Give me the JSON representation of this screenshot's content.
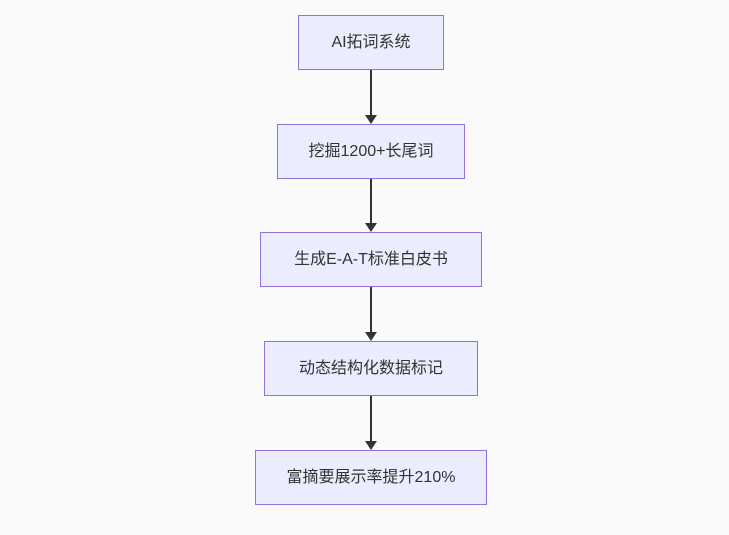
{
  "flowchart": {
    "type": "flowchart-vertical",
    "nodes": [
      {
        "id": "A",
        "label": "AI拓词系统"
      },
      {
        "id": "B",
        "label": "挖掘1200+长尾词"
      },
      {
        "id": "C",
        "label": "生成E-A-T标准白皮书"
      },
      {
        "id": "D",
        "label": "动态结构化数据标记"
      },
      {
        "id": "E",
        "label": "富摘要展示率提升210%"
      }
    ],
    "edges": [
      {
        "from": "A",
        "to": "B"
      },
      {
        "from": "B",
        "to": "C"
      },
      {
        "from": "C",
        "to": "D"
      },
      {
        "from": "D",
        "to": "E"
      }
    ],
    "colors": {
      "node_fill": "#ECECFF",
      "node_border": "#9370DB",
      "node_text": "#333333",
      "arrow": "#333333",
      "background": "#fafafa"
    }
  }
}
